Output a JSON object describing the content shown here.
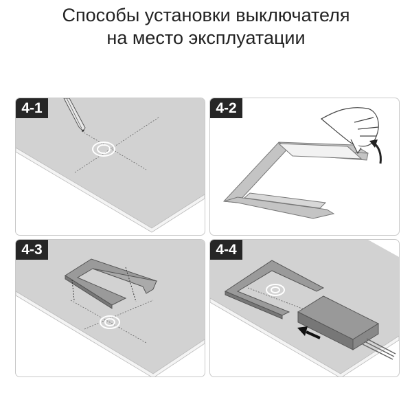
{
  "title": {
    "line1": "Способы установки выключателя",
    "line2": "на место эксплуатации"
  },
  "steps": [
    {
      "label": "4-1"
    },
    {
      "label": "4-2"
    },
    {
      "label": "4-3"
    },
    {
      "label": "4-4"
    }
  ],
  "colors": {
    "board": "#d2d2d2",
    "frame": "#9a9a9a",
    "label_bg": "#262626"
  }
}
